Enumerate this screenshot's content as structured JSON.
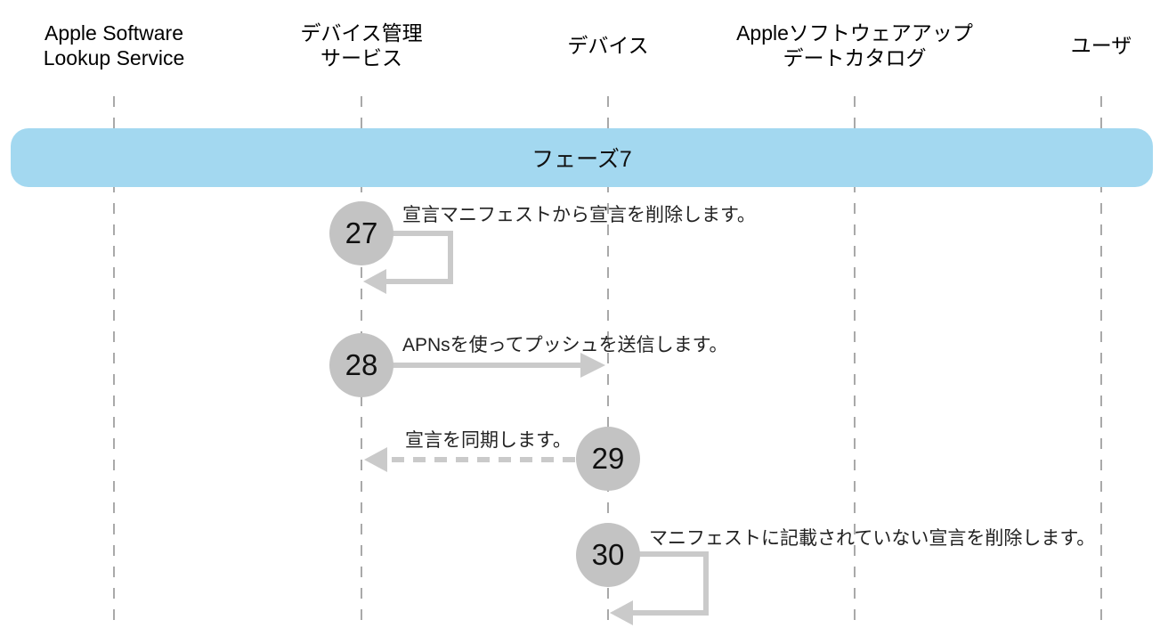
{
  "diagram": {
    "type": "sequence-diagram",
    "phase": {
      "label": "フェーズ7"
    }
  },
  "actors": [
    {
      "id": "apple-software-lookup-service",
      "name": "Apple Software\nLookup Service"
    },
    {
      "id": "device-management-service",
      "name": "デバイス管理\nサービス"
    },
    {
      "id": "device",
      "name": "デバイス"
    },
    {
      "id": "apple-software-update-catalog",
      "name": "Appleソフトウェアアップ\nデートカタログ"
    },
    {
      "id": "user",
      "name": "ユーザ"
    }
  ],
  "steps": [
    {
      "number": "27",
      "label": "宣言マニフェストから宣言を削除します。",
      "from": "デバイス管理サービス",
      "to": "デバイス管理サービス",
      "arrow": "self-loop-solid"
    },
    {
      "number": "28",
      "label": "APNsを使ってプッシュを送信します。",
      "from": "デバイス管理サービス",
      "to": "デバイス",
      "arrow": "solid-right"
    },
    {
      "number": "29",
      "label": "宣言を同期します。",
      "from": "デバイス",
      "to": "デバイス管理サービス",
      "arrow": "dashed-left"
    },
    {
      "number": "30",
      "label": "マニフェストに記載されていない宣言を削除します。",
      "from": "デバイス",
      "to": "デバイス",
      "arrow": "self-loop-solid"
    }
  ],
  "colors": {
    "phase_fill": "#A3D8F0",
    "circle_fill": "#C3C3C3",
    "arrow": "#CACACA",
    "lifeline": "#A9A9A9",
    "text": "#222222"
  }
}
